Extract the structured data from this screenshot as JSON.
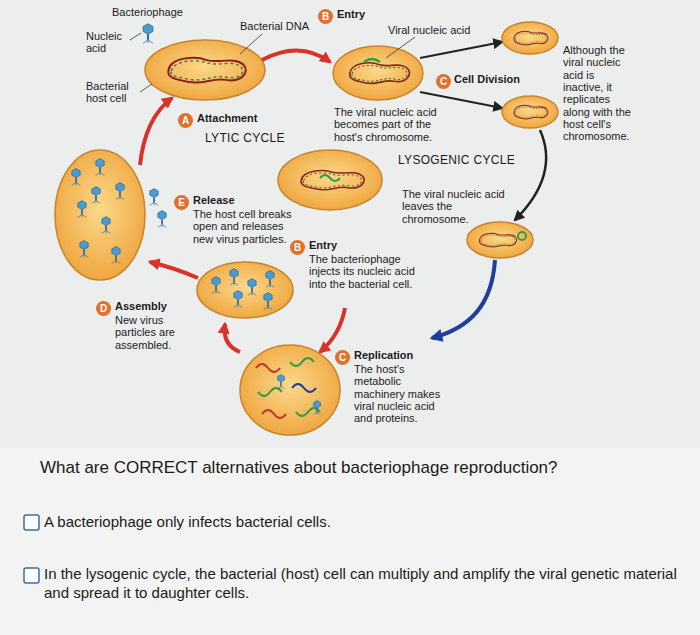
{
  "diagram": {
    "labels": [
      "Bacteriophage",
      "Bacterial DNA",
      "B",
      "Entry",
      "Nucleic acid",
      "Viral nucleic acid",
      "Bacterial host cell",
      "C",
      "Cell Division",
      "Although the viral nucleic acid is inactive, it replicates along with the host cell's chromosome.",
      "The viral nucleic acid becomes part of the host's chromosome.",
      "A",
      "Attachment",
      "LYTIC CYCLE",
      "LYSOGENIC CYCLE",
      "E",
      "Release",
      "The host cell breaks open and releases new virus particles.",
      "The viral nucleic acid leaves the chromosome.",
      "B",
      "Entry",
      "The bacteriophage injects its nucleic acid into the bacterial cell.",
      "D",
      "Assembly",
      "New virus particles are assembled.",
      "C",
      "Replication",
      "The host's metabolic machinery makes viral nucleic acid and proteins.",
      "What are CORRECT alternatives about bacteriophage reproduction?",
      "A bacteriophage only infects bacterial cells.",
      "In the lysogenic cycle, the bacterial (host) cell can multiply and amplify the viral genetic material and spread it to daughter cells."
    ]
  }
}
